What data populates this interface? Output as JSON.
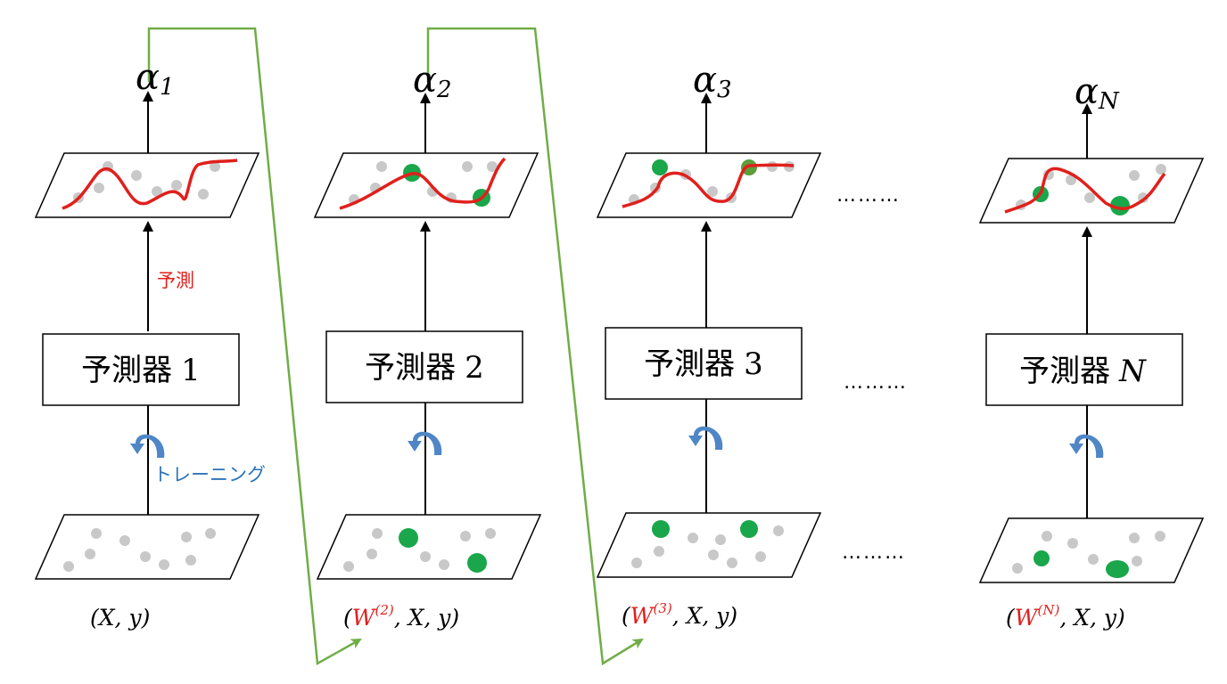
{
  "stages": [
    {
      "alpha": "α",
      "alpha_sub": "1",
      "predictor_label": "予測器",
      "predictor_num": "1",
      "num_italic": false,
      "dataset": {
        "w": "",
        "w_sup": "",
        "rest": "(X, y)"
      }
    },
    {
      "alpha": "α",
      "alpha_sub": "2",
      "predictor_label": "予測器",
      "predictor_num": "2",
      "num_italic": false,
      "dataset": {
        "open": "(",
        "w": "W",
        "w_sup": "(2)",
        "rest": ", X, y)"
      }
    },
    {
      "alpha": "α",
      "alpha_sub": "3",
      "predictor_label": "予測器",
      "predictor_num": "3",
      "num_italic": false,
      "dataset": {
        "open": "(",
        "w": "W",
        "w_sup": "(3)",
        "rest": ", X, y)"
      }
    },
    {
      "alpha": "α",
      "alpha_sub": "N",
      "predictor_label": "予測器",
      "predictor_num": "N",
      "num_italic": true,
      "dataset": {
        "open": "(",
        "w": "W",
        "w_sup": "(N)",
        "rest": ", X, y)"
      }
    }
  ],
  "labels": {
    "predict": "予測",
    "training": "トレーニング",
    "ellipsis": "………"
  },
  "colors": {
    "curve": "#e0201c",
    "highlight": "#1aa64a",
    "dot": "#c8c8c8",
    "feedback": "#70ad47",
    "train_arrow": "#4f86c6"
  }
}
